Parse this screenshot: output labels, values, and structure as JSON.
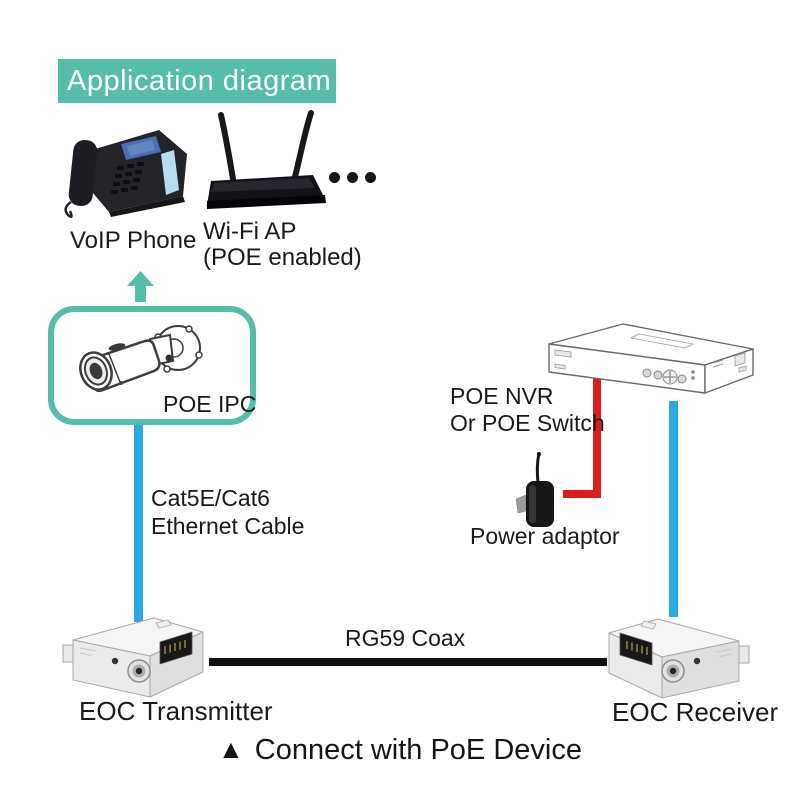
{
  "title": {
    "label": "Application diagram"
  },
  "colors": {
    "accent_teal": "#56bdab",
    "cable_blue": "#29abe2",
    "power_red": "#db1d1d",
    "coax_black": "#111111",
    "title_text": "#ffffff"
  },
  "nodes": {
    "voip_phone": {
      "label": "VoIP Phone",
      "icon": "desk-phone-icon"
    },
    "wifi_ap": {
      "label_line1": "Wi-Fi AP",
      "label_line2": "(POE enabled)",
      "icon": "wifi-router-icon"
    },
    "more_devices": {
      "icon": "ellipsis-dots-icon"
    },
    "poe_ipc": {
      "label": "POE IPC",
      "icon": "bullet-camera-icon"
    },
    "nvr": {
      "label_line1": "POE NVR",
      "label_line2": "Or POE Switch",
      "icon": "nvr-icon"
    },
    "power_adaptor": {
      "label": "Power adaptor",
      "icon": "power-plug-icon"
    },
    "eoc_transmitter": {
      "label": "EOC Transmitter",
      "icon": "eoc-transmitter-icon"
    },
    "eoc_receiver": {
      "label": "EOC Receiver",
      "icon": "eoc-receiver-icon"
    }
  },
  "cables": {
    "ethernet": {
      "label_line1": "Cat5E/Cat6",
      "label_line2": "Ethernet Cable"
    },
    "coax": {
      "label": "RG59 Coax"
    }
  },
  "caption": {
    "icon": "▲",
    "label": "Connect with PoE Device"
  }
}
